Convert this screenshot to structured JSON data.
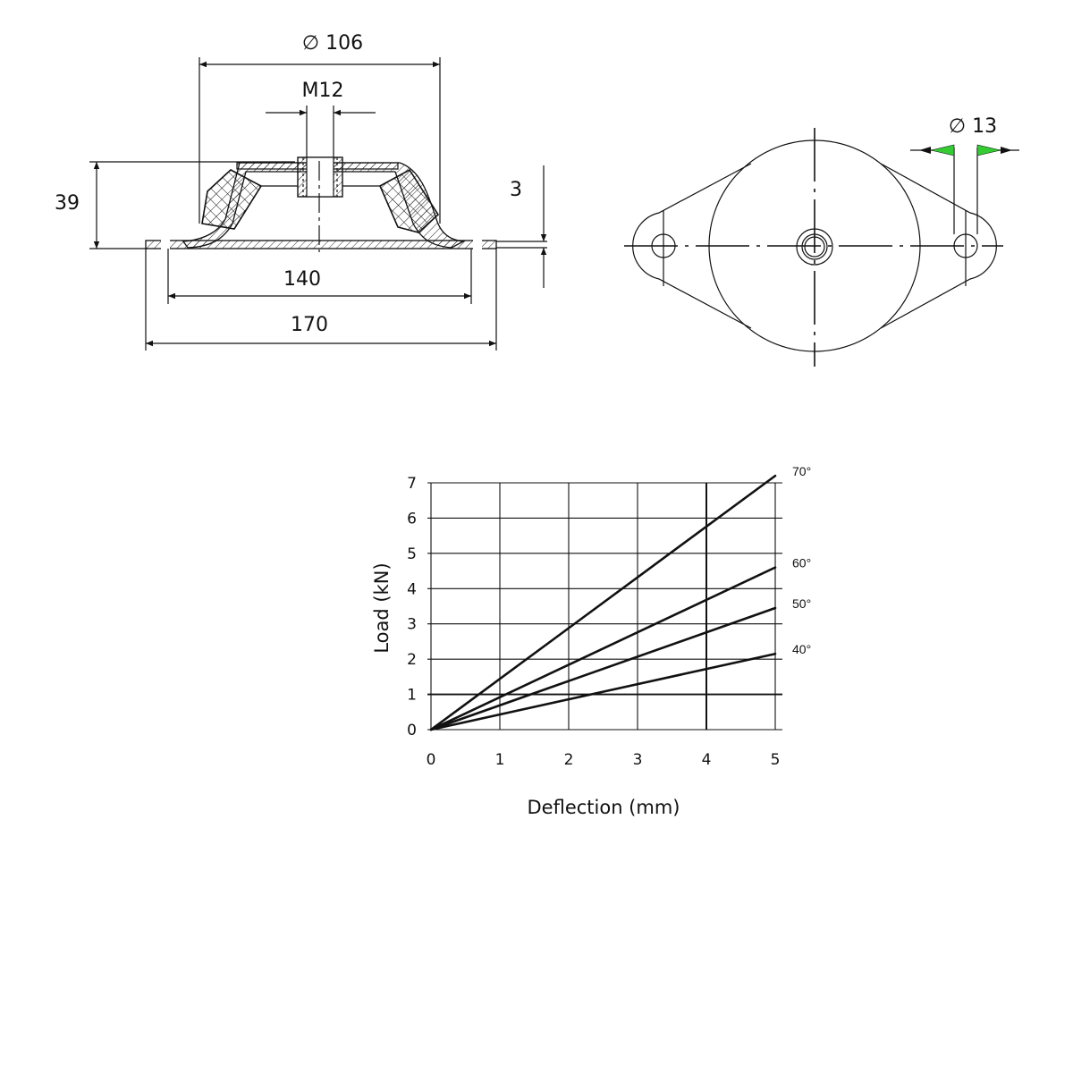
{
  "drawing": {
    "side_view": {
      "dim_diameter": "∅ 106",
      "dim_thread": "M12",
      "dim_height": "39",
      "dim_plate": "3",
      "dim_hole_spacing": "140",
      "dim_overall_length": "170"
    },
    "top_view": {
      "dim_hole_diameter": "∅ 13"
    },
    "colors": {
      "arrow_accent": "#33cc33",
      "line": "#111111"
    }
  },
  "chart_data": {
    "type": "line",
    "xlabel": "Deflection (mm)",
    "ylabel": "Load (kN)",
    "xlim": [
      0,
      5
    ],
    "ylim": [
      0,
      7
    ],
    "x_ticks": [
      "0",
      "1",
      "2",
      "3",
      "4",
      "5"
    ],
    "y_ticks": [
      "0",
      "1",
      "2",
      "3",
      "4",
      "5",
      "6",
      "7"
    ],
    "grid": true,
    "series": [
      {
        "name": "70°",
        "x": [
          0,
          5
        ],
        "y": [
          0,
          7.2
        ]
      },
      {
        "name": "60°",
        "x": [
          0,
          5
        ],
        "y": [
          0,
          4.6
        ]
      },
      {
        "name": "50°",
        "x": [
          0,
          5
        ],
        "y": [
          0,
          3.45
        ]
      },
      {
        "name": "40°",
        "x": [
          0,
          5
        ],
        "y": [
          0,
          2.15
        ]
      }
    ]
  }
}
